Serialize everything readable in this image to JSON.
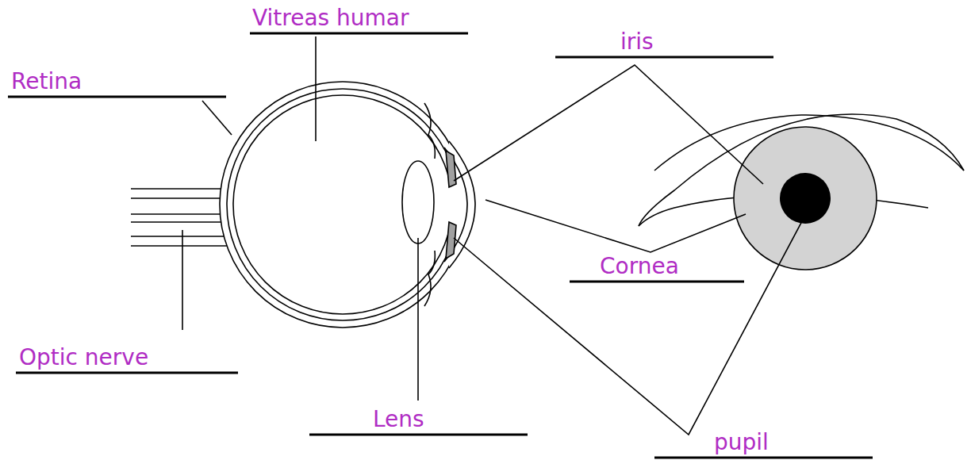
{
  "diagram": {
    "labels": [
      "Vitreas humar",
      "iris",
      "Retina",
      "Cornea",
      "Optic nerve",
      "Lens",
      "pupil"
    ]
  }
}
